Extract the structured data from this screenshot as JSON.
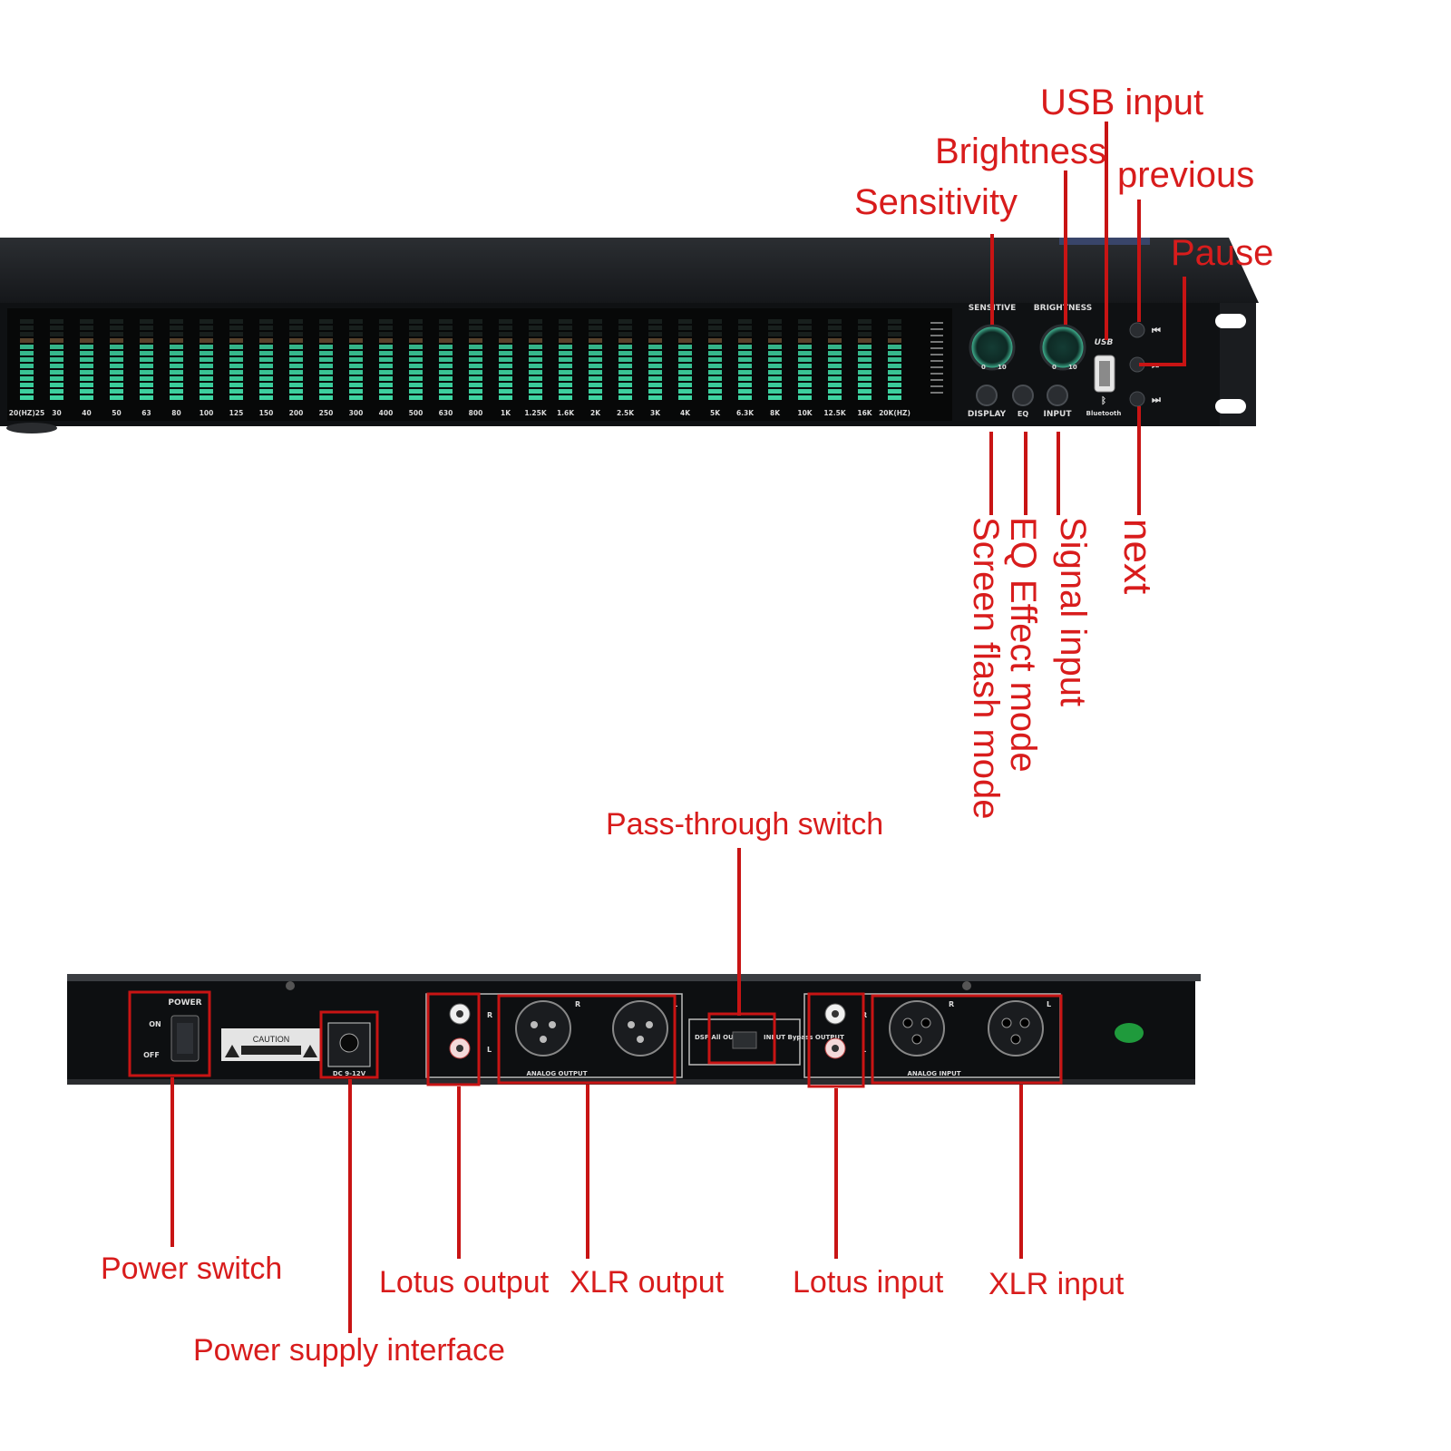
{
  "front_panel": {
    "frequency_labels": [
      "20(HZ)25",
      "30",
      "40",
      "50",
      "63",
      "80",
      "100",
      "125",
      "150",
      "200",
      "250",
      "300",
      "400",
      "500",
      "630",
      "800",
      "1K",
      "1.25K",
      "1.6K",
      "2K",
      "2.5K",
      "3K",
      "4K",
      "5K",
      "6.3K",
      "8K",
      "10K",
      "12.5K",
      "16K",
      "20K(HZ)"
    ],
    "knob_labels": {
      "sensitive": "SENSITIVE",
      "brightness": "BRIGHTNESS"
    },
    "button_labels": {
      "display": "DISPLAY",
      "eq": "EQ",
      "input": "INPUT"
    },
    "usb_label": "USB",
    "bluetooth_label": "Bluetooth",
    "knob_scale": {
      "min": "0",
      "max": "10"
    }
  },
  "front_callouts": {
    "usb_input": "USB input",
    "brightness": "Brightness",
    "previous": "previous",
    "sensitivity": "Sensitivity",
    "pause": "Pause",
    "screen_flash_mode": "Screen flash mode",
    "eq_effect_mode": "EQ Effect mode",
    "signal_input": "Signal input",
    "next": "next"
  },
  "rear_panel": {
    "power_label": "POWER",
    "on_label": "ON",
    "off_label": "OFF",
    "caution_label": "CAUTION",
    "dc_label": "DC 9-12V",
    "analog_output_label": "ANALOG OUTPUT",
    "analog_input_label": "ANALOG INPUT",
    "dsp_output_label": "DSP All OUTPUT",
    "bypass_output_label": "INPUT Bypass OUTPUT",
    "channel_r": "R",
    "channel_l": "L"
  },
  "rear_callouts": {
    "pass_through_switch": "Pass-through switch",
    "power_switch": "Power switch",
    "lotus_output": "Lotus output",
    "xlr_output": "XLR output",
    "lotus_input": "Lotus input",
    "xlr_input": "XLR input",
    "power_supply_interface": "Power supply interface"
  },
  "colors": {
    "callout_red": "#d81c1c",
    "led_green": "#3fd8a4",
    "panel_black": "#101214"
  }
}
